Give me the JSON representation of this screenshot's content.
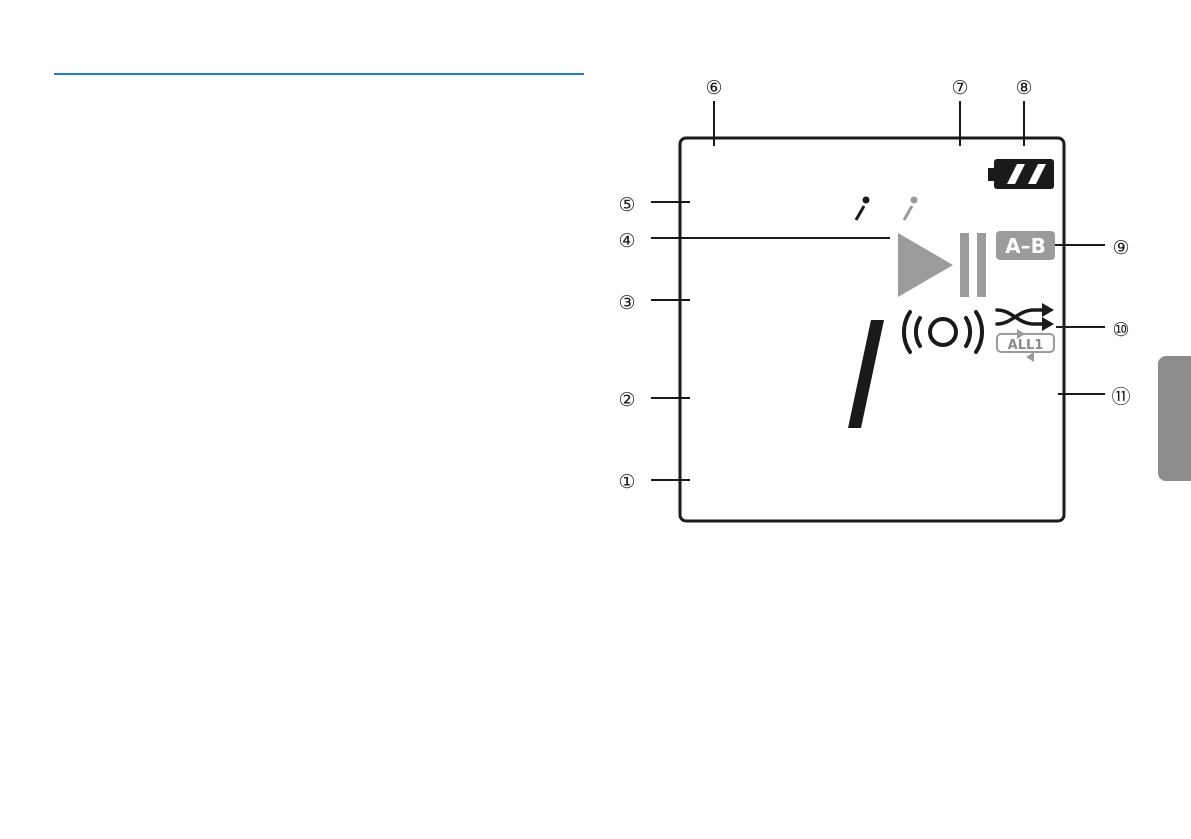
{
  "header": {
    "rule_color": "#1f7fc4"
  },
  "side_tab": {
    "color": "#8c8c8c"
  },
  "display": {
    "frame_color": "#1a1a1a",
    "inactive_color": "#9b9b9b",
    "battery": {
      "icon": "battery-full-icon"
    },
    "ab_repeat": {
      "label": "A–B",
      "icon": "ab-repeat-icon"
    },
    "shuffle": {
      "icon": "shuffle-icon"
    },
    "repeat_mode": {
      "label": "ALL1",
      "icon": "repeat-all-icon"
    },
    "play_pause": {
      "icon": "play-pause-icon"
    },
    "voice_activation": {
      "icon": "voice-activation-icon"
    }
  },
  "callouts": [
    {
      "label": "①"
    },
    {
      "label": "②"
    },
    {
      "label": "③"
    },
    {
      "label": "④"
    },
    {
      "label": "⑤"
    },
    {
      "label": "⑥"
    },
    {
      "label": "⑦"
    },
    {
      "label": "⑧"
    },
    {
      "label": "⑨"
    },
    {
      "label": "⑩"
    },
    {
      "label": "⑪"
    }
  ]
}
